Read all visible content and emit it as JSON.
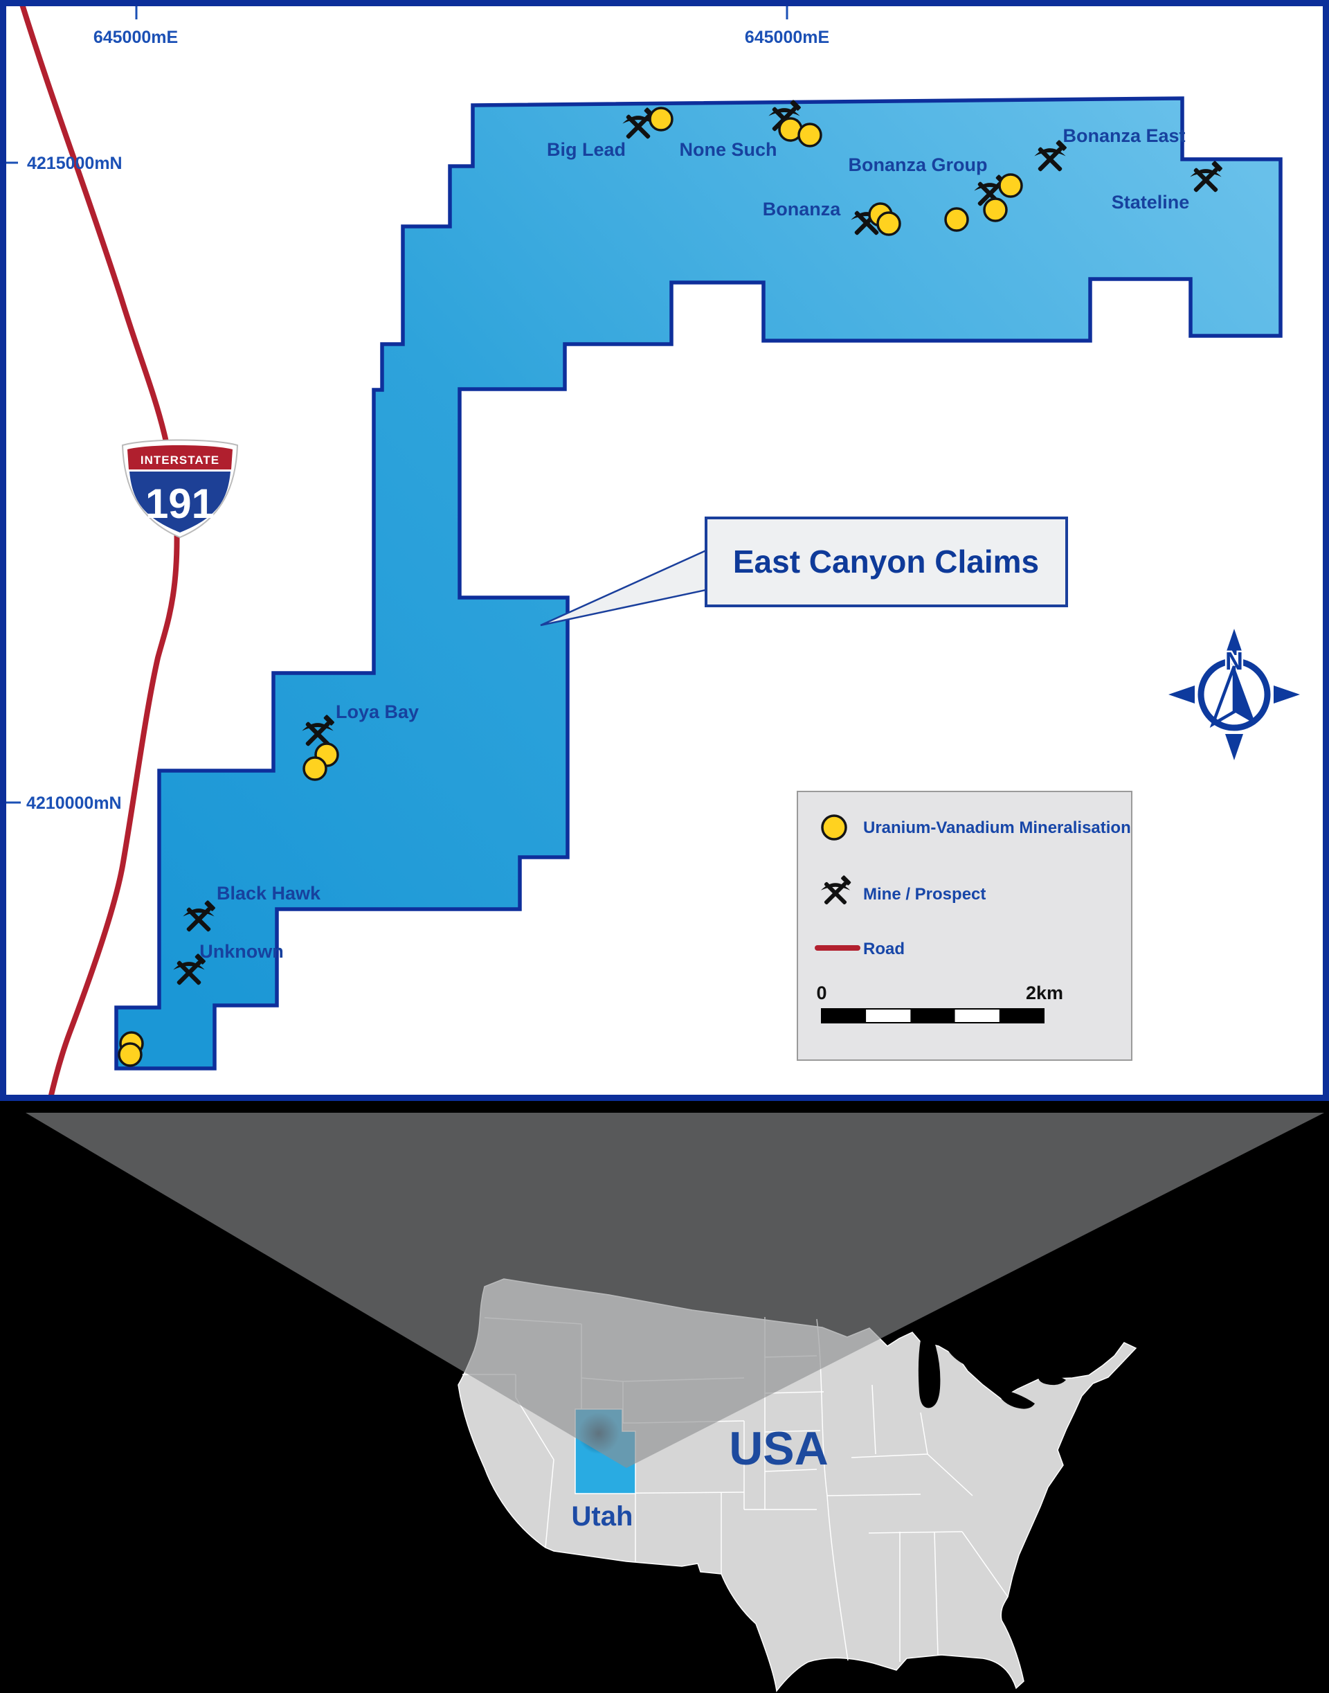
{
  "colors": {
    "map_border": "#0c2f9a",
    "claim_fill_dark": "#1b97d6",
    "claim_fill_light": "#68c0ea",
    "claim_outline": "#0e2f9b",
    "site_label_blue": "#17419e",
    "grid_label_blue": "#1b50b5",
    "road_red": "#b2202f",
    "mineral_yellow": "#ffd21f",
    "legend_bg": "#e4e4e6",
    "usa_gray": "#d6d6d6",
    "utah_blue": "#29abe2",
    "inset_bg": "#000000"
  },
  "grid": {
    "top_ticks": [
      {
        "label": "645000mE"
      },
      {
        "label": "645000mE"
      }
    ],
    "left_ticks": [
      {
        "label": "4215000mN"
      },
      {
        "label": "4210000mN"
      }
    ]
  },
  "callout": {
    "label": "East Canyon Claims"
  },
  "shield": {
    "banner": "INTERSTATE",
    "number": "191"
  },
  "sites": [
    {
      "name": "Big Lead"
    },
    {
      "name": "None Such"
    },
    {
      "name": "Bonanza"
    },
    {
      "name": "Bonanza Group"
    },
    {
      "name": "Bonanza East"
    },
    {
      "name": "Stateline"
    },
    {
      "name": "Loya Bay"
    },
    {
      "name": "Black Hawk"
    },
    {
      "name": "Unknown"
    }
  ],
  "legend": {
    "items": [
      {
        "icon": "mineralisation-circle",
        "label": "Uranium-Vanadium Mineralisation"
      },
      {
        "icon": "crossed-pickaxes",
        "label": "Mine / Prospect"
      },
      {
        "icon": "road-line",
        "label": "Road"
      }
    ],
    "scale": {
      "start": "0",
      "end": "2km"
    }
  },
  "compass": {
    "label": "N"
  },
  "inset": {
    "country": "USA",
    "state": "Utah"
  }
}
